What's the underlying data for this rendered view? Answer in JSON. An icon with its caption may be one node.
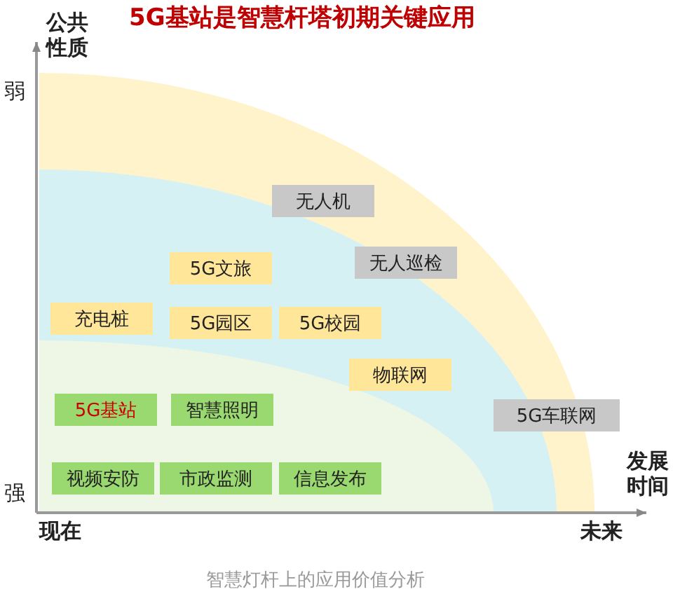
{
  "diagram": {
    "title": "5G基站是智慧杆塔初期关键应用",
    "caption": "智慧灯杆上的应用价值分析",
    "nodes": [
      {
        "text": [
          "无人机"
        ]
      },
      {
        "text": [
          "5G文旅"
        ]
      },
      {
        "text": [
          "无人巡检"
        ]
      },
      {
        "text": [
          "充电桩"
        ]
      },
      {
        "text": [
          "5G园区"
        ]
      },
      {
        "text": [
          "5G校园"
        ]
      },
      {
        "text": [
          "物联网"
        ]
      },
      {
        "text": [
          "5G基站"
        ]
      },
      {
        "text": [
          "智慧照明"
        ]
      },
      {
        "text": [
          "5G车联网"
        ]
      },
      {
        "text": [
          "视频安防"
        ]
      },
      {
        "text": [
          "市政监测"
        ]
      },
      {
        "text": [
          "信息发布"
        ]
      }
    ],
    "labels": [
      "公共性质",
      "弱",
      "强",
      "发展时间",
      "现在",
      "未来"
    ]
  }
}
